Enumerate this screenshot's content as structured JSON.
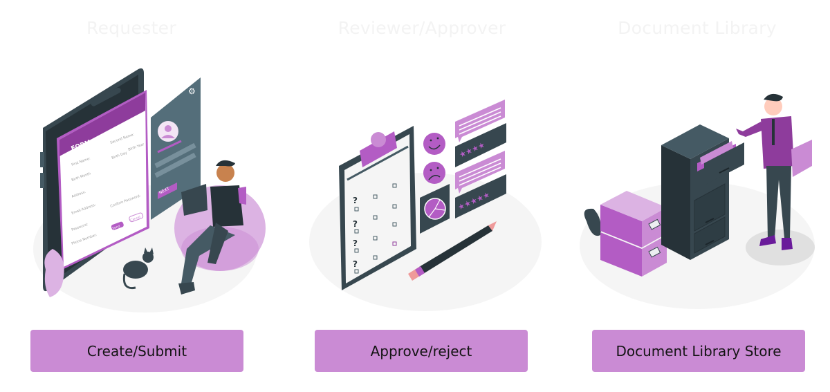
{
  "colors": {
    "accent": "#ca8bd4",
    "accent_dark": "#8e3c9c",
    "accent_mid": "#b35cc4",
    "accent_light": "#dcb3e3",
    "slate": "#37474f",
    "slate_dark": "#263238",
    "ground": "#f5f5f5",
    "title_text": "#f3f3f3",
    "button_text": "#141414"
  },
  "stages": [
    {
      "title": "Requester",
      "button_label": "Create/Submit",
      "illustration": {
        "form_title": "FORM",
        "form_fields": [
          "First Name:",
          "Second Name:",
          "Birth Day",
          "Birth Year",
          "Birth Month",
          "Address:",
          "Email Address:",
          "Confirm Password:",
          "Password:",
          "Phone Number:"
        ],
        "form_buttons": [
          "Send",
          "Cancel"
        ],
        "login_button": "NEXT"
      }
    },
    {
      "title": "Reviewer/Approver",
      "button_label": "Approve/reject",
      "illustration": {
        "ratings": [
          4,
          5
        ]
      }
    },
    {
      "title": "Document Library",
      "button_label": "Document Library Store"
    }
  ]
}
